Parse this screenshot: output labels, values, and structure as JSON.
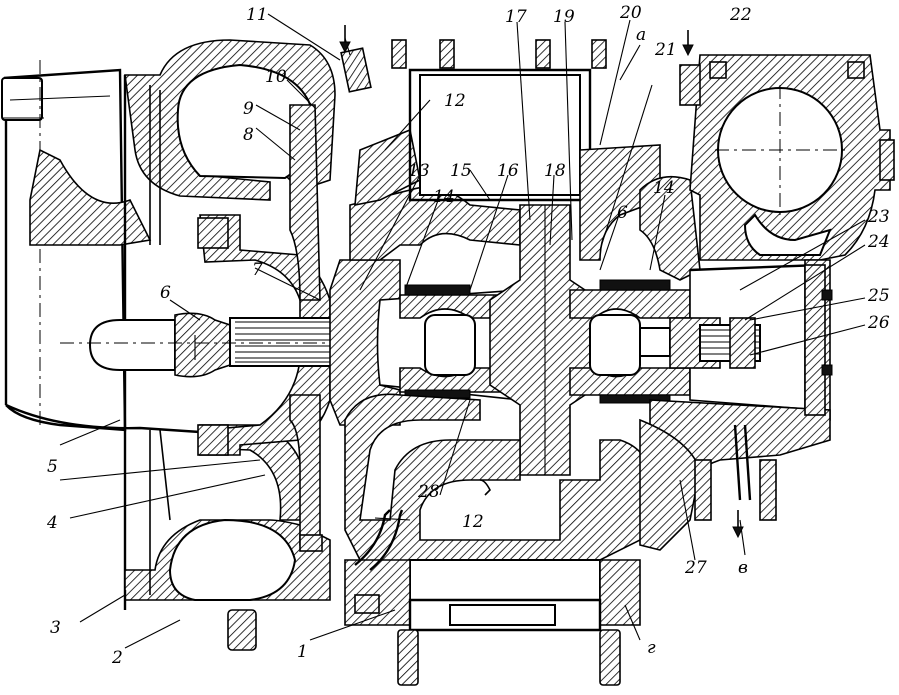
{
  "callouts": {
    "n1": "1",
    "n2": "2",
    "n3": "3",
    "n4": "4",
    "n5": "5",
    "n6a": "6",
    "n6b": "6",
    "n7": "7",
    "n8": "8",
    "n9": "9",
    "n10": "10",
    "n11": "11",
    "n12a": "12",
    "n12b": "12",
    "n13": "13",
    "n14a": "14",
    "n14b": "14",
    "n15": "15",
    "n16": "16",
    "n17": "17",
    "n18": "18",
    "n19": "19",
    "n20": "20",
    "n21": "21",
    "n22": "22",
    "n23": "23",
    "n24": "24",
    "n25": "25",
    "n26": "26",
    "n27": "27",
    "n28": "28",
    "a": "а",
    "v": "в",
    "g": "г"
  }
}
